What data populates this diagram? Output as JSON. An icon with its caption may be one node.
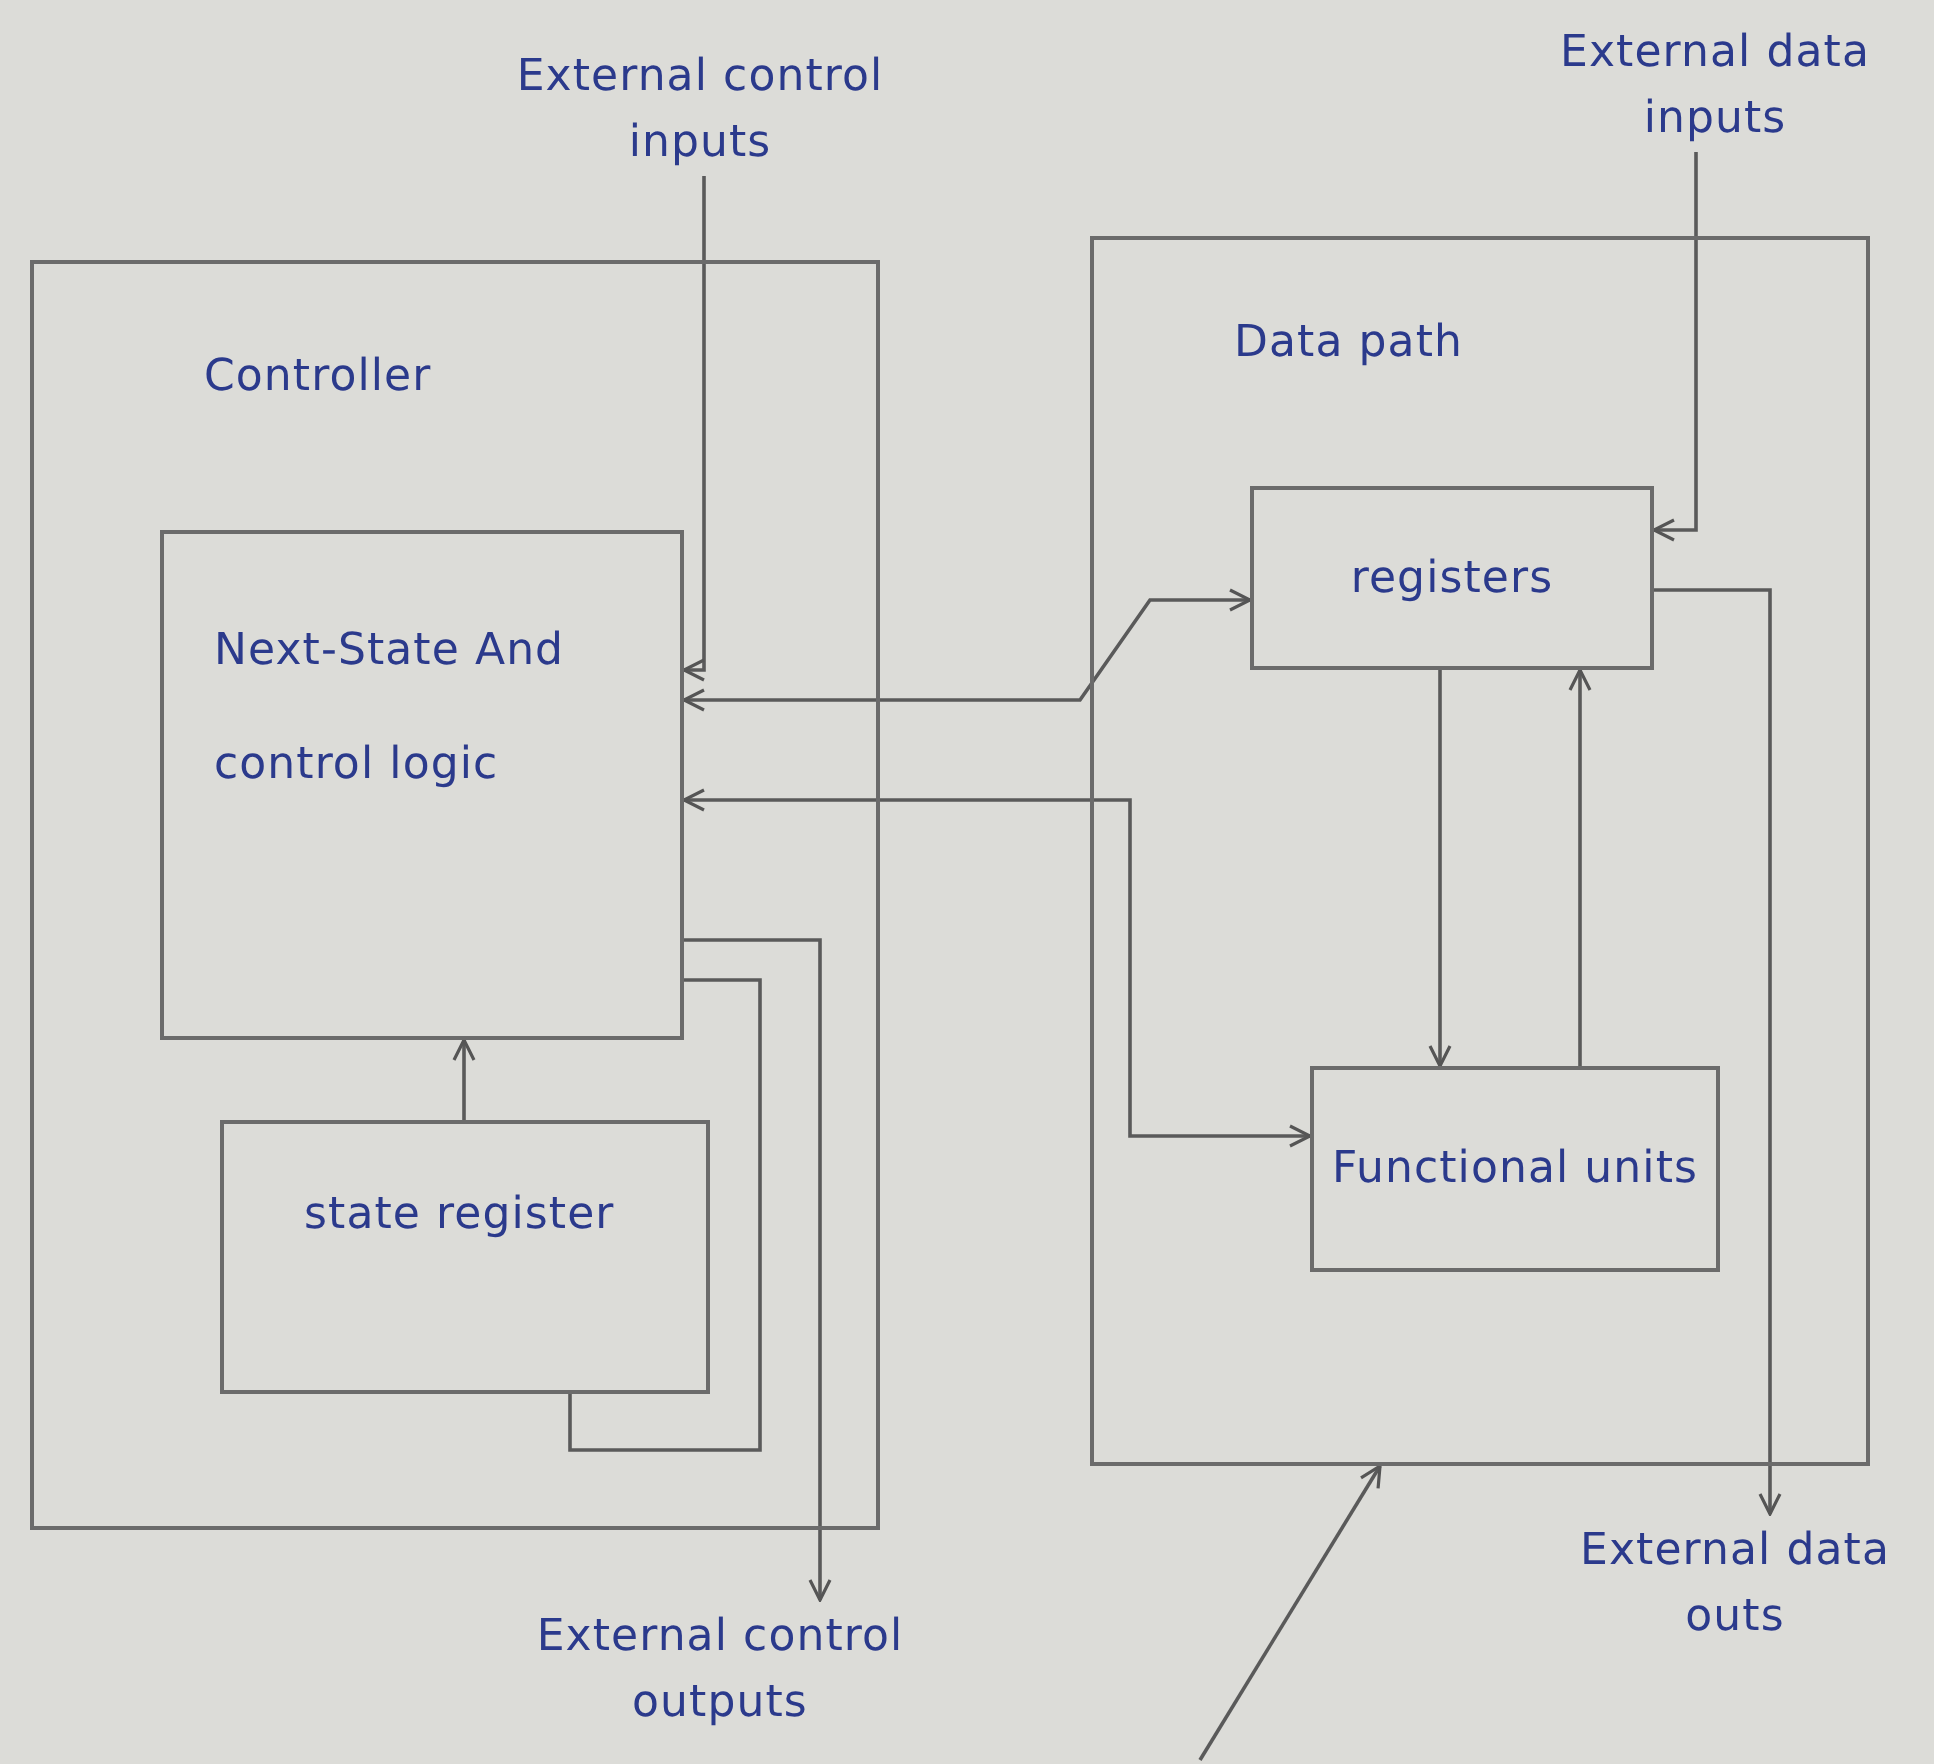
{
  "diagram": {
    "nodes": [
      {
        "text": [
          "Controller"
        ]
      },
      {
        "text": [
          "Next-State And control logic"
        ],
        "in": 0
      },
      {
        "text": [
          "state register"
        ],
        "in": 0
      },
      {
        "text": [
          "Data path"
        ]
      },
      {
        "text": [
          "registers"
        ],
        "in": 3
      },
      {
        "text": [
          "Functional units"
        ],
        "in": 3
      },
      {
        "text": [
          "External control inputs"
        ]
      },
      {
        "text": [
          "External data inputs"
        ]
      },
      {
        "text": [
          "External control outputs"
        ]
      },
      {
        "text": [
          "External data outs"
        ]
      }
    ],
    "edges": [
      {
        "from": 6,
        "to": 1,
        "arrow": "to"
      },
      {
        "from": 7,
        "to": 4,
        "arrow": "to"
      },
      {
        "from": 2,
        "to": 1,
        "arrow": "to"
      },
      {
        "from": 1,
        "to": 2,
        "arrow": "none"
      },
      {
        "from": 1,
        "to": 8,
        "arrow": "to"
      },
      {
        "from": 4,
        "to": 1,
        "arrow": "both"
      },
      {
        "from": 1,
        "to": 5,
        "arrow": "both"
      },
      {
        "from": 4,
        "to": 5,
        "arrow": "to"
      },
      {
        "from": 5,
        "to": 4,
        "arrow": "to"
      },
      {
        "from": 4,
        "to": 9,
        "arrow": "to"
      },
      {
        "from": null,
        "to": 3,
        "arrow": "to"
      }
    ]
  }
}
